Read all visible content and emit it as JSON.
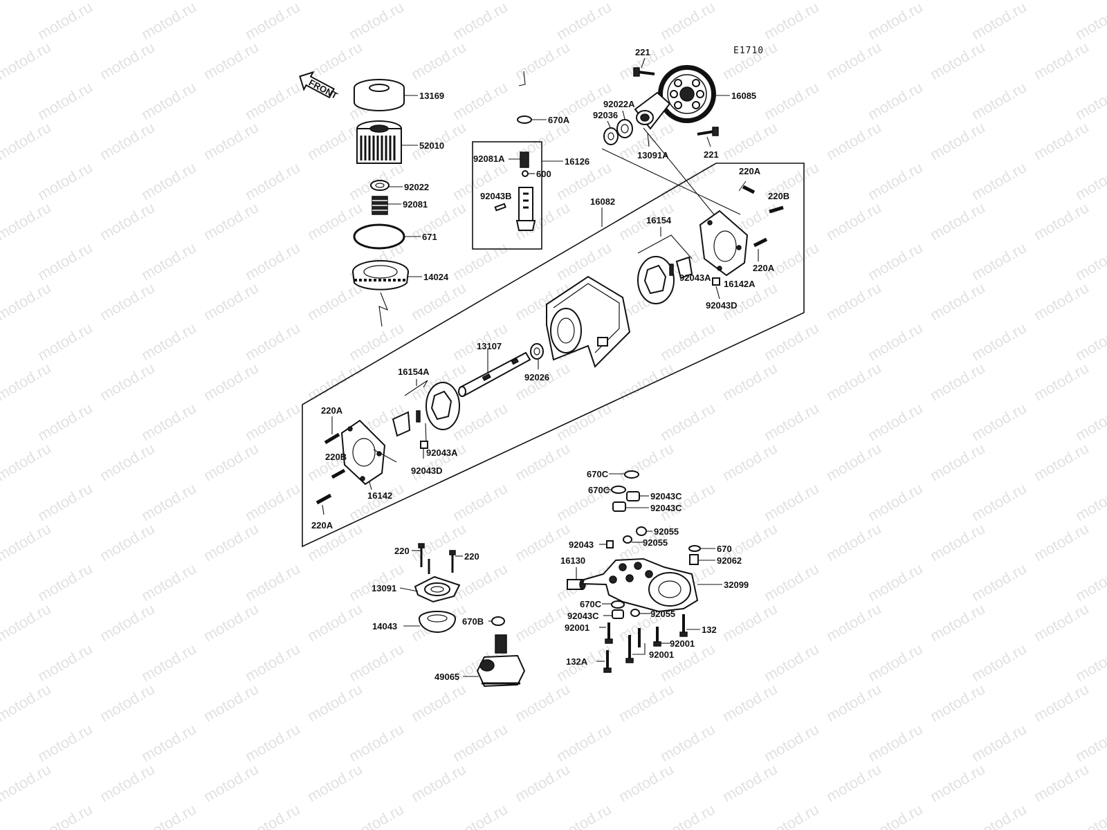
{
  "diagram": {
    "code": "E1710",
    "front_label": "FRONT",
    "watermark": "motod.ru"
  },
  "parts": {
    "p13169": "13169",
    "p52010": "52010",
    "p92022": "92022",
    "p92081": "92081",
    "p671": "671",
    "p14024": "14024",
    "p670A": "670A",
    "p92081A": "92081A",
    "p16126": "16126",
    "p600": "600",
    "p92043B": "92043B",
    "p221a": "221",
    "p221b": "221",
    "p92022A": "92022A",
    "p92036": "92036",
    "p16085": "16085",
    "p13091A": "13091A",
    "p220A_1": "220A",
    "p220B_1": "220B",
    "p16082": "16082",
    "p16154": "16154",
    "p92043A_1": "92043A",
    "p16142A": "16142A",
    "p220A_2": "220A",
    "p92043D_1": "92043D",
    "p13107": "13107",
    "p92026": "92026",
    "p16154A": "16154A",
    "p220A_3": "220A",
    "p220B_2": "220B",
    "p92043A_2": "92043A",
    "p92043D_2": "92043D",
    "p16142": "16142",
    "p220A_4": "220A",
    "p670C_1": "670C",
    "p670C_2": "670C",
    "p92043C_1": "92043C",
    "p92043C_2": "92043C",
    "p92055_1": "92055",
    "p92043": "92043",
    "p92055_2": "92055",
    "p670": "670",
    "p16130": "16130",
    "p92062": "92062",
    "p32099": "32099",
    "p670C_3": "670C",
    "p92043C_3": "92043C",
    "p92055_3": "92055",
    "p92001_1": "92001",
    "p132": "132",
    "p92001_2": "92001",
    "p132A": "132A",
    "p92001_3": "92001",
    "p220_1": "220",
    "p220_2": "220",
    "p13091": "13091",
    "p14043": "14043",
    "p670B": "670B",
    "p49065": "49065"
  }
}
